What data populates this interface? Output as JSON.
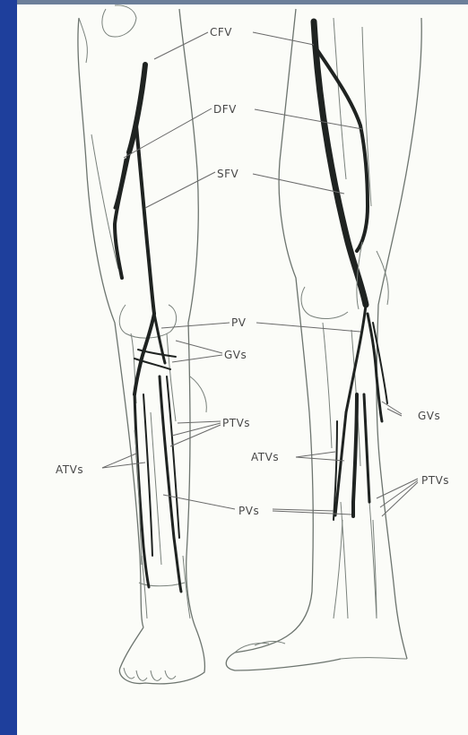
{
  "labels": {
    "cfv": "CFV",
    "dfv": "DFV",
    "sfv": "SFV",
    "pv": "PV",
    "gvs_left": "GVs",
    "gvs_right": "GVs",
    "ptvs_left": "PTVs",
    "ptvs_right": "PTVs",
    "atvs_left": "ATVs",
    "atvs_right": "ATVs",
    "pvs": "PVs"
  },
  "colors": {
    "frame_bar": "#1e3f9c",
    "paper": "#fbfcf8",
    "ink": "#1f2321"
  }
}
